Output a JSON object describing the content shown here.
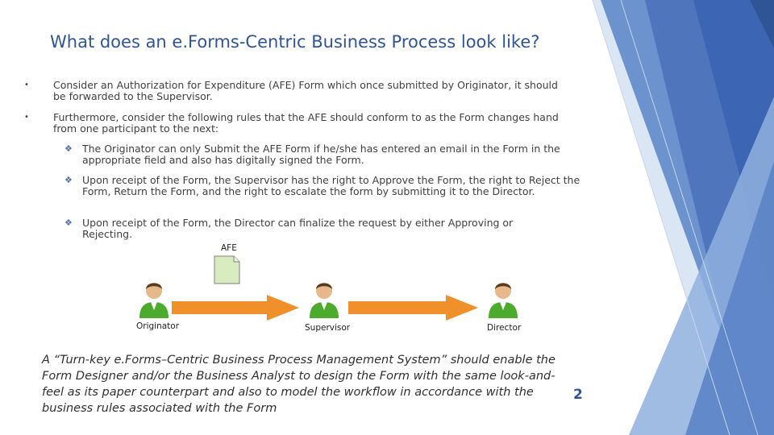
{
  "slide": {
    "title": "What does an e.Forms-Centric Business Process look like?",
    "bullets": [
      {
        "mark": "•",
        "text": "Consider an Authorization for Expenditure (AFE) Form which once submitted by Originator, it should be forwarded to the Supervisor."
      },
      {
        "mark": "•",
        "text": "Furthermore, consider the following rules that the AFE should conform to as the Form changes hand from one participant to the next:"
      }
    ],
    "sub_bullets": [
      {
        "mark": "❖",
        "text": "The Originator can only Submit the AFE Form if he/she has entered an email in the Form in the appropriate field and also has digitally signed the Form."
      },
      {
        "mark": "❖",
        "text": "Upon receipt of the Form, the Supervisor has the right to Approve the Form, the right to Reject the Form, Return the Form, and the right to escalate the form by submitting it to the Director."
      },
      {
        "mark": "❖",
        "text": "Upon receipt of the Form, the Director can finalize the request by either Approving or Rejecting."
      }
    ],
    "diagram": {
      "document_label": "AFE",
      "participants": [
        "Originator",
        "Supervisor",
        "Director"
      ],
      "arrow_color": "#f0902a",
      "person_icon": "user-icon"
    },
    "caption": "A “Turn-key e.Forms–Centric Business Process Management System” should enable the Form Designer and/or the Business Analyst to design the Form with the same look-and-feel as its paper counterpart and also to model the workflow in accordance with the business rules associated with the Form",
    "page_number": "2",
    "colors": {
      "title": "#2f5597",
      "accent_blue": "#4472c4"
    }
  }
}
